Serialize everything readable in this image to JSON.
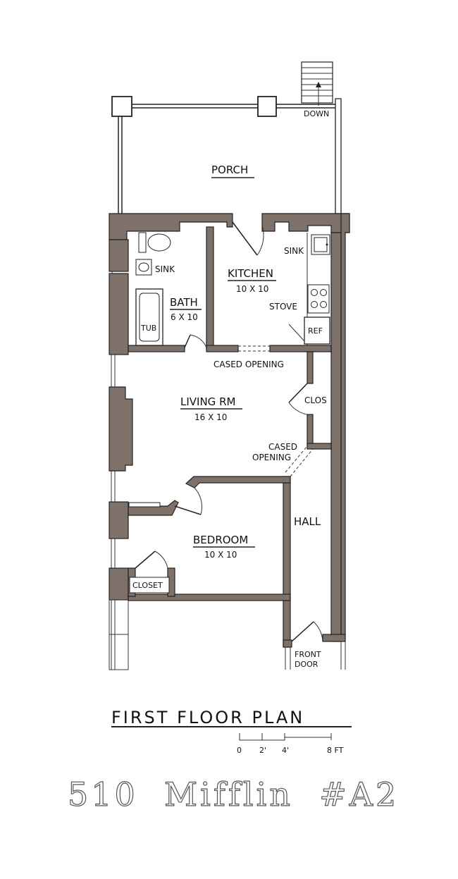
{
  "plan": {
    "title": "FIRST FLOOR PLAN",
    "address": "510  Mifflin  #A2",
    "rooms": {
      "porch": "PORCH",
      "down": "DOWN",
      "kitchen": "KITCHEN",
      "kitchen_dim": "10 X 10",
      "sink_kitchen": "SINK",
      "stove": "STOVE",
      "ref": "REF",
      "bath": "BATH",
      "bath_dim": "6 X 10",
      "sink_bath": "SINK",
      "tub": "TUB",
      "cased_opening_1": "CASED OPENING",
      "living": "LIVING RM",
      "living_dim": "16 X 10",
      "clos": "CLOS",
      "cased_opening_2a": "CASED",
      "cased_opening_2b": "OPENING",
      "hall": "HALL",
      "bedroom": "BEDROOM",
      "bedroom_dim": "10 X 10",
      "closet": "CLOSET",
      "front_door_a": "FRONT",
      "front_door_b": "DOOR"
    },
    "scale": {
      "t0": "0",
      "t2": "2'",
      "t4": "4'",
      "t8": "8 FT"
    }
  }
}
